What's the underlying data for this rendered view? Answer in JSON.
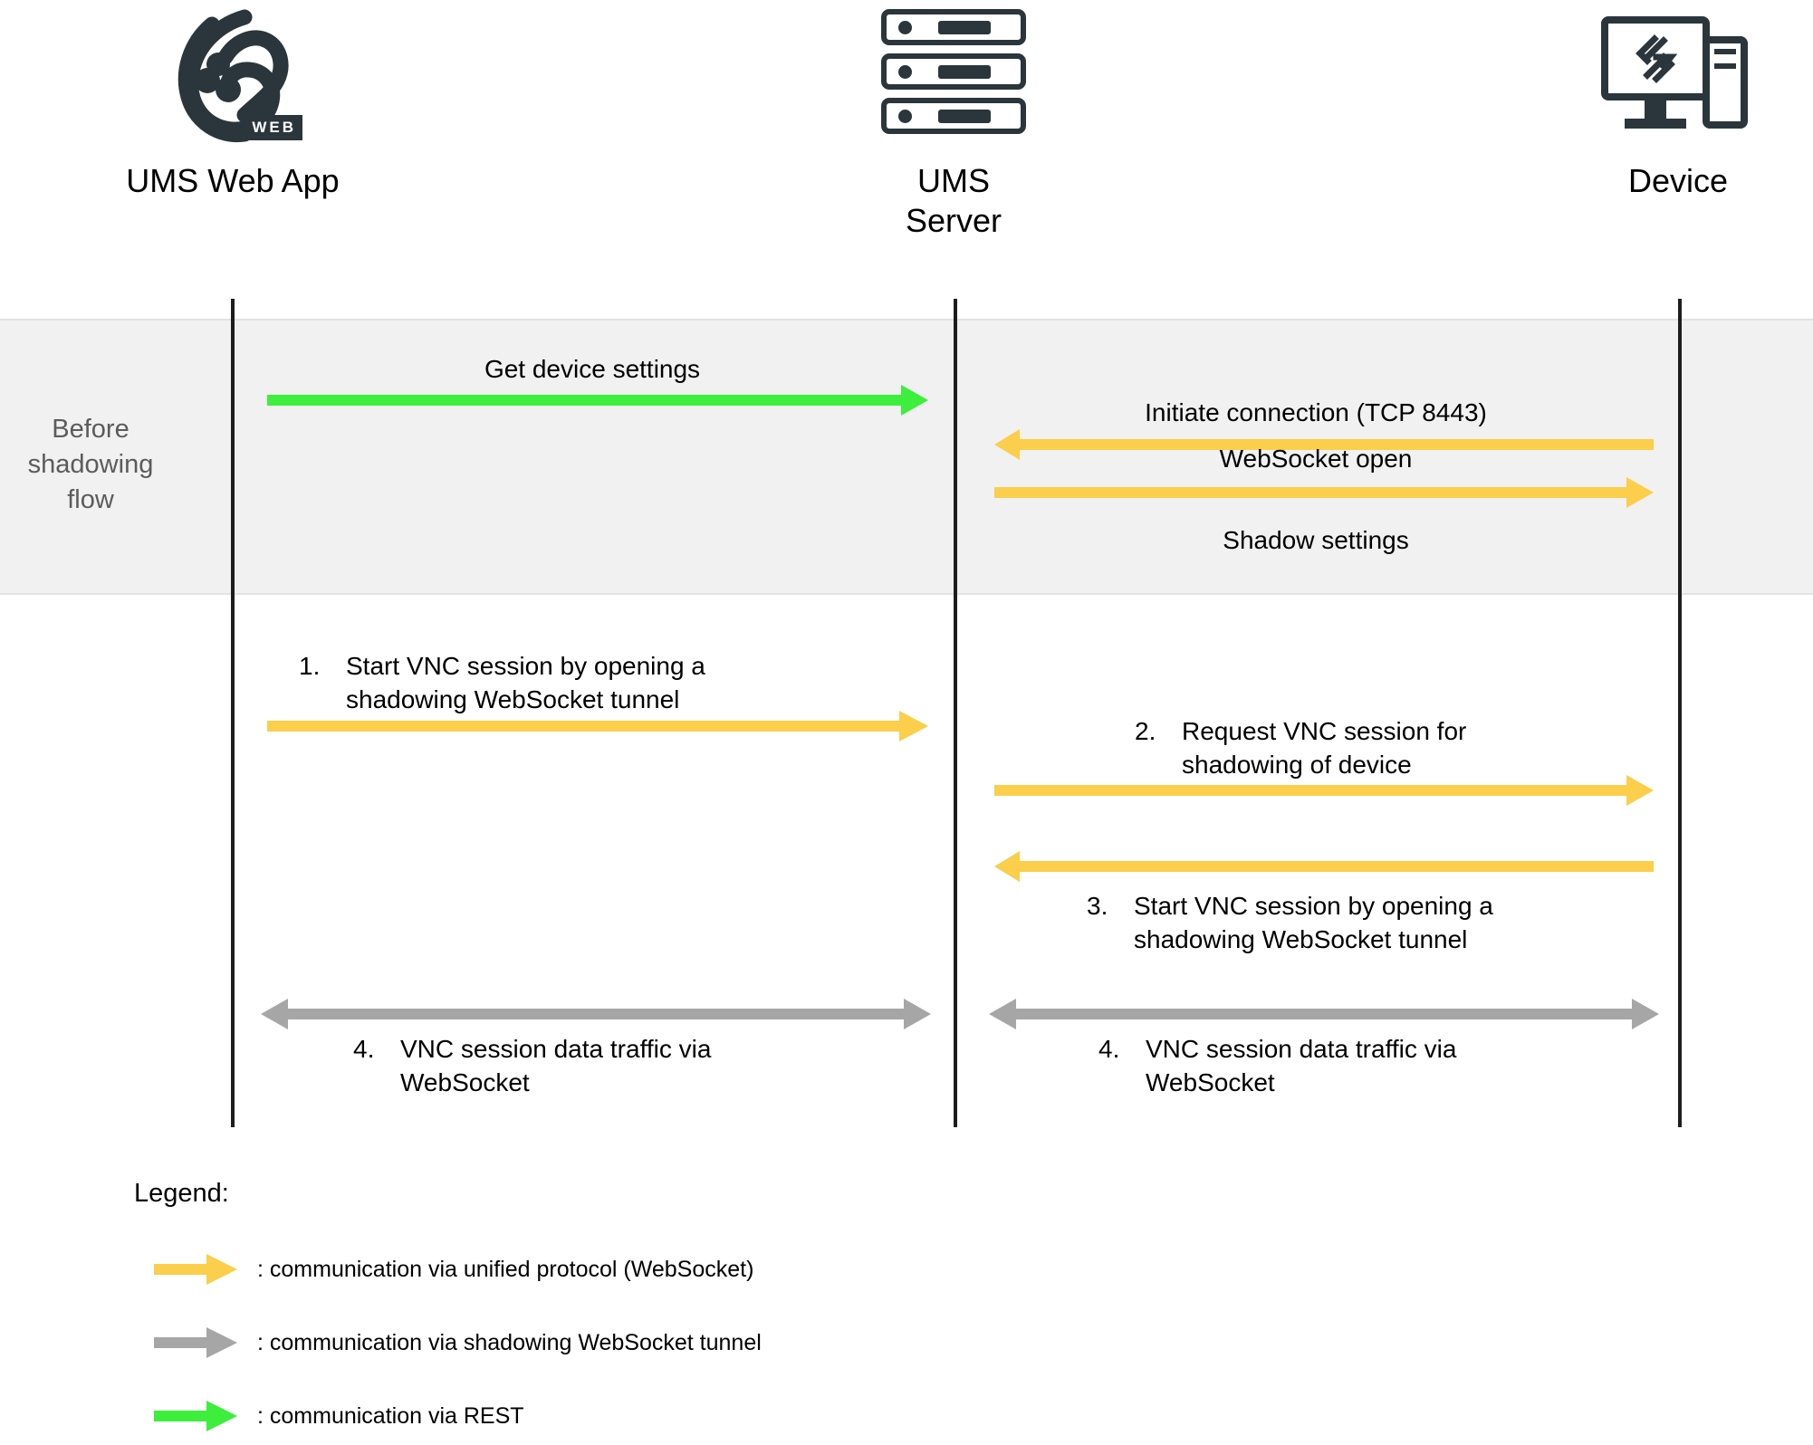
{
  "diagram": {
    "title": "UMS device shadowing sequence flow",
    "colors": {
      "unified_protocol": "#FBCE4B",
      "shadowing_tunnel": "#A6A6A6",
      "rest": "#3DEE3D",
      "lifeline": "#1D1D1D",
      "band": "#F1F1F1",
      "icon": "#2B363C"
    }
  },
  "actors": [
    {
      "id": "ums-web-app",
      "label": "UMS Web App",
      "icon": "ums-web-logo-icon"
    },
    {
      "id": "ums-server",
      "label": "UMS\nServer",
      "icon": "server-rack-icon"
    },
    {
      "id": "device",
      "label": "Device",
      "icon": "desktop-computer-icon"
    }
  ],
  "phase": {
    "label": "Before\nshadowing\nflow"
  },
  "messages": [
    {
      "id": "get-device-settings",
      "text": "Get device settings",
      "type": "rest",
      "direction": "right",
      "from": "ums-web-app",
      "to": "ums-server"
    },
    {
      "id": "initiate-connection",
      "text": "Initiate connection (TCP 8443)",
      "type": "unified_protocol",
      "direction": "left",
      "from": "device",
      "to": "ums-server"
    },
    {
      "id": "websocket-open",
      "text": "WebSocket open",
      "type": "unified_protocol",
      "direction": "right",
      "from": "ums-server",
      "to": "device"
    },
    {
      "id": "shadow-settings",
      "text": "Shadow settings",
      "type": "unified_protocol",
      "direction": "right",
      "from": "ums-server",
      "to": "device"
    },
    {
      "id": "step-1",
      "number": "1.",
      "text": "Start VNC session by opening a shadowing WebSocket tunnel",
      "line1": "Start VNC session by opening a",
      "line2": "shadowing WebSocket tunnel",
      "type": "unified_protocol",
      "direction": "right",
      "from": "ums-web-app",
      "to": "ums-server"
    },
    {
      "id": "step-2",
      "number": "2.",
      "text": "Request VNC session for shadowing of device",
      "line1": "Request VNC session for",
      "line2": "shadowing of device",
      "type": "unified_protocol",
      "direction": "right",
      "from": "ums-server",
      "to": "device"
    },
    {
      "id": "step-3",
      "number": "3.",
      "text": "Start VNC session by opening a shadowing WebSocket tunnel",
      "line1": "Start VNC session by opening a",
      "line2": "shadowing WebSocket tunnel",
      "type": "unified_protocol",
      "direction": "left",
      "from": "device",
      "to": "ums-server"
    },
    {
      "id": "step-4-left",
      "number": "4.",
      "text": "VNC session data traffic via WebSocket",
      "line1": "VNC session data traffic via",
      "line2": "WebSocket",
      "type": "shadowing_tunnel",
      "direction": "both",
      "from": "ums-web-app",
      "to": "ums-server"
    },
    {
      "id": "step-4-right",
      "number": "4.",
      "text": "VNC session data traffic via WebSocket",
      "line1": "VNC session data traffic via",
      "line2": "WebSocket",
      "type": "shadowing_tunnel",
      "direction": "both",
      "from": "ums-server",
      "to": "device"
    }
  ],
  "legend": {
    "title": "Legend:",
    "entries": [
      {
        "id": "legend-unified",
        "color_key": "unified_protocol",
        "text": ": communication via unified protocol (WebSocket)"
      },
      {
        "id": "legend-tunnel",
        "color_key": "shadowing_tunnel",
        "text": ": communication via shadowing WebSocket tunnel"
      },
      {
        "id": "legend-rest",
        "color_key": "rest",
        "text": ": communication via REST"
      }
    ]
  }
}
